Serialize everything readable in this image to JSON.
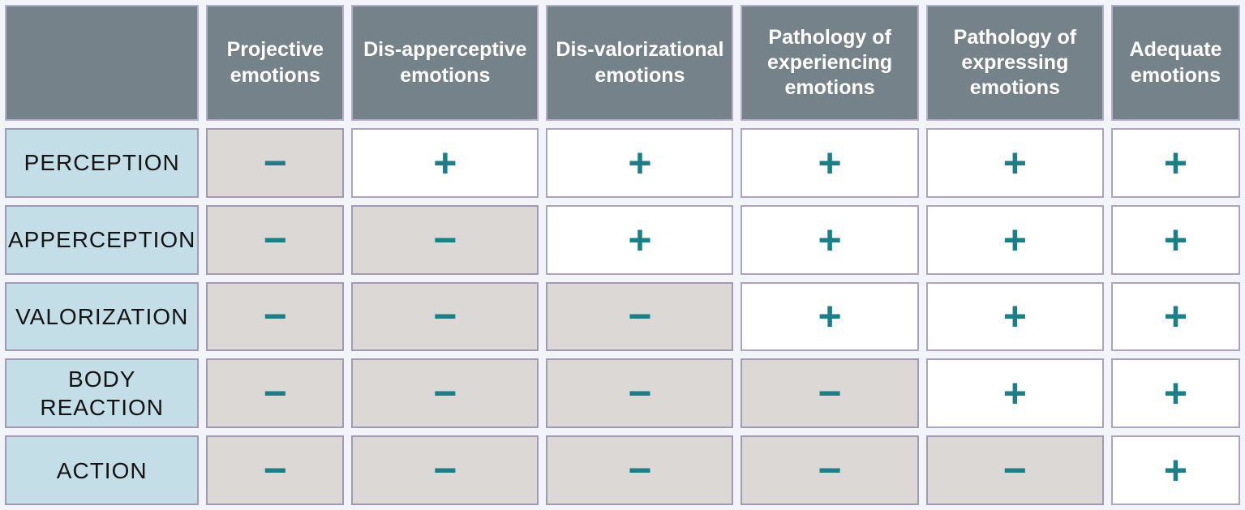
{
  "table": {
    "columns": [
      {
        "label": ""
      },
      {
        "label": "Projective emotions"
      },
      {
        "label": "Dis-apperceptive emotions"
      },
      {
        "label": "Dis-valorizational emotions"
      },
      {
        "label": "Pathology of experiencing emotions"
      },
      {
        "label": "Pathology of expressing emotions"
      },
      {
        "label": "Adequate emotions"
      }
    ],
    "rows": [
      {
        "label": "PERCEPTION",
        "values": [
          "−",
          "+",
          "+",
          "+",
          "+",
          "+"
        ]
      },
      {
        "label": "APPERCEPTION",
        "values": [
          "−",
          "−",
          "+",
          "+",
          "+",
          "+"
        ]
      },
      {
        "label": "VALORIZATION",
        "values": [
          "−",
          "−",
          "−",
          "+",
          "+",
          "+"
        ]
      },
      {
        "label": "BODY REACTION",
        "values": [
          "−",
          "−",
          "−",
          "−",
          "+",
          "+"
        ]
      },
      {
        "label": "ACTION",
        "values": [
          "−",
          "−",
          "−",
          "−",
          "−",
          "+"
        ]
      }
    ],
    "legend": {
      "plus_symbol": "+",
      "minus_symbol": "−"
    },
    "colors": {
      "background": "#f2f4fa",
      "header_background": "#75828a",
      "header_text": "#ffffff",
      "row_label_background": "#c3dee6",
      "minus_cell_background": "#dbd8d6",
      "plus_cell_background": "#ffffff",
      "cell_border": "#a29ab5",
      "symbol_teal": "#1a7f87"
    }
  }
}
